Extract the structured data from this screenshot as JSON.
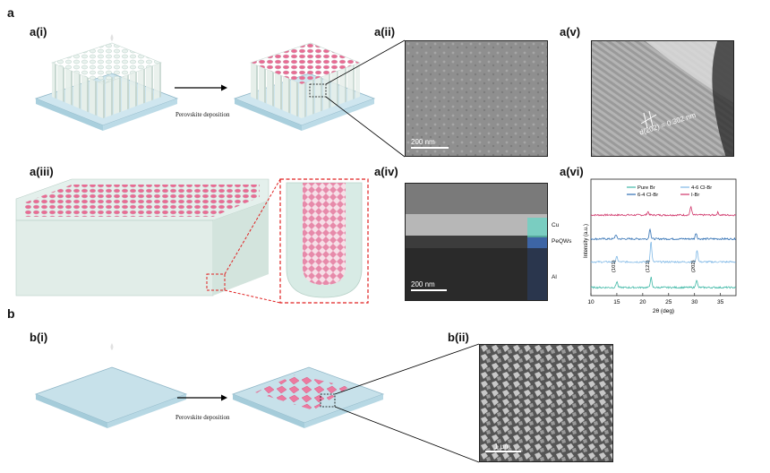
{
  "labels": {
    "a": "a",
    "a_i": "a(i)",
    "a_ii": "a(ii)",
    "a_iii": "a(iii)",
    "a_iv": "a(iv)",
    "a_v": "a(v)",
    "a_vi": "a(vi)",
    "b": "b",
    "b_i": "b(i)",
    "b_ii": "b(ii)"
  },
  "captions": {
    "deposition_a": "Perovskite deposition",
    "deposition_b": "Perovskite deposition"
  },
  "scale_bars": {
    "a_ii": "200 nm",
    "a_iv": "200 nm",
    "b_ii": "1 μm"
  },
  "annotations": {
    "a_v_dspacing": "d(202) = 0.302 nm",
    "a_iv_layers": [
      "Cu",
      "PeQWs",
      "Al"
    ]
  },
  "chart_data": {
    "type": "line",
    "title": "",
    "xlabel": "2θ (deg)",
    "ylabel": "Intensity (a.u.)",
    "xlim": [
      10,
      38
    ],
    "xticks": [
      10,
      15,
      20,
      25,
      30,
      35
    ],
    "yticks_shown": false,
    "legend_position": "top",
    "legend": [
      {
        "name": "Pure Br",
        "color": "#3fb8a6"
      },
      {
        "name": "6-4 Cl-Br",
        "color": "#2f6fb3"
      },
      {
        "name": "4-6 Cl-Br",
        "color": "#7fb8e6"
      },
      {
        "name": "I-Br",
        "color": "#d0356a"
      }
    ],
    "peak_labels": [
      {
        "text": "(101)",
        "x": 15.0
      },
      {
        "text": "(121)",
        "x": 21.6
      },
      {
        "text": "(202)",
        "x": 30.4
      }
    ],
    "series": [
      {
        "name": "I-Br",
        "color": "#d0356a",
        "baseline": 0.92,
        "peaks": [
          [
            21.0,
            0.04
          ],
          [
            29.3,
            0.1
          ],
          [
            34.5,
            0.03
          ]
        ]
      },
      {
        "name": "6-4 Cl-Br",
        "color": "#2f6fb3",
        "baseline": 0.64,
        "peaks": [
          [
            14.8,
            0.05
          ],
          [
            21.4,
            0.12
          ],
          [
            30.3,
            0.07
          ]
        ]
      },
      {
        "name": "4-6 Cl-Br",
        "color": "#7fb8e6",
        "baseline": 0.37,
        "peaks": [
          [
            15.0,
            0.06
          ],
          [
            21.6,
            0.24
          ],
          [
            30.5,
            0.14
          ]
        ]
      },
      {
        "name": "Pure Br",
        "color": "#3fb8a6",
        "baseline": 0.07,
        "peaks": [
          [
            15.0,
            0.07
          ],
          [
            21.6,
            0.12
          ],
          [
            30.4,
            0.09
          ]
        ]
      }
    ]
  }
}
